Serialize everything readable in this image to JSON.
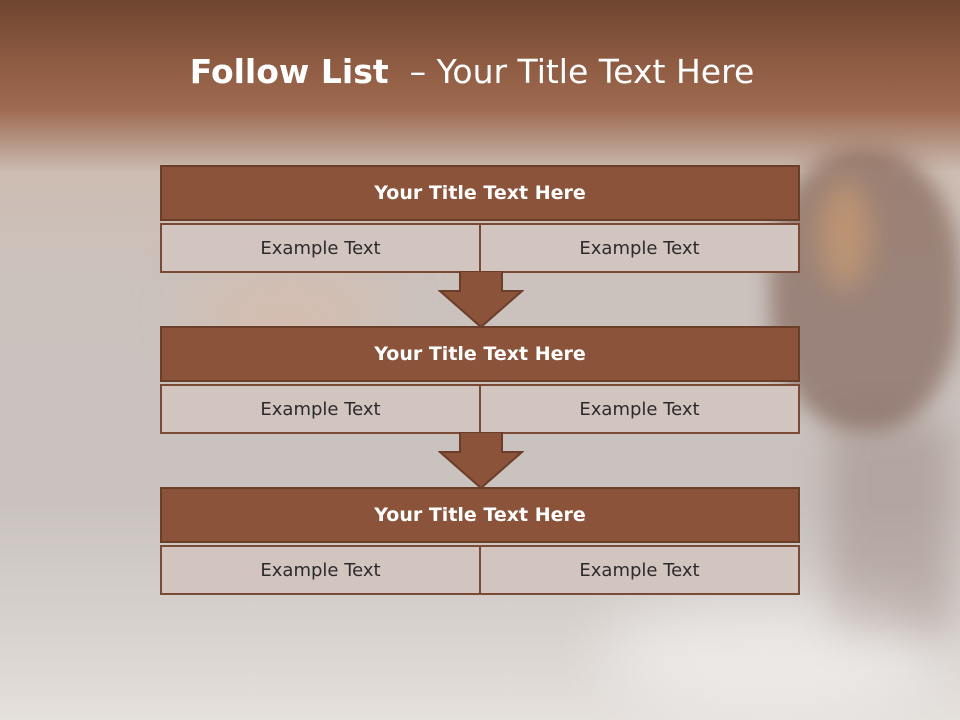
{
  "title": {
    "bold": "Follow List",
    "rest": "  – Your Title Text Here"
  },
  "boxes": [
    {
      "heading": "Your Title Text Here",
      "left": "Example Text",
      "right": "Example Text"
    },
    {
      "heading": "Your Title Text Here",
      "left": "Example Text",
      "right": "Example Text"
    },
    {
      "heading": "Your Title Text Here",
      "left": "Example Text",
      "right": "Example Text"
    }
  ],
  "colors": {
    "header": "#8a533a",
    "cell": "#d2c5c0",
    "arrow": "#8a533a"
  }
}
